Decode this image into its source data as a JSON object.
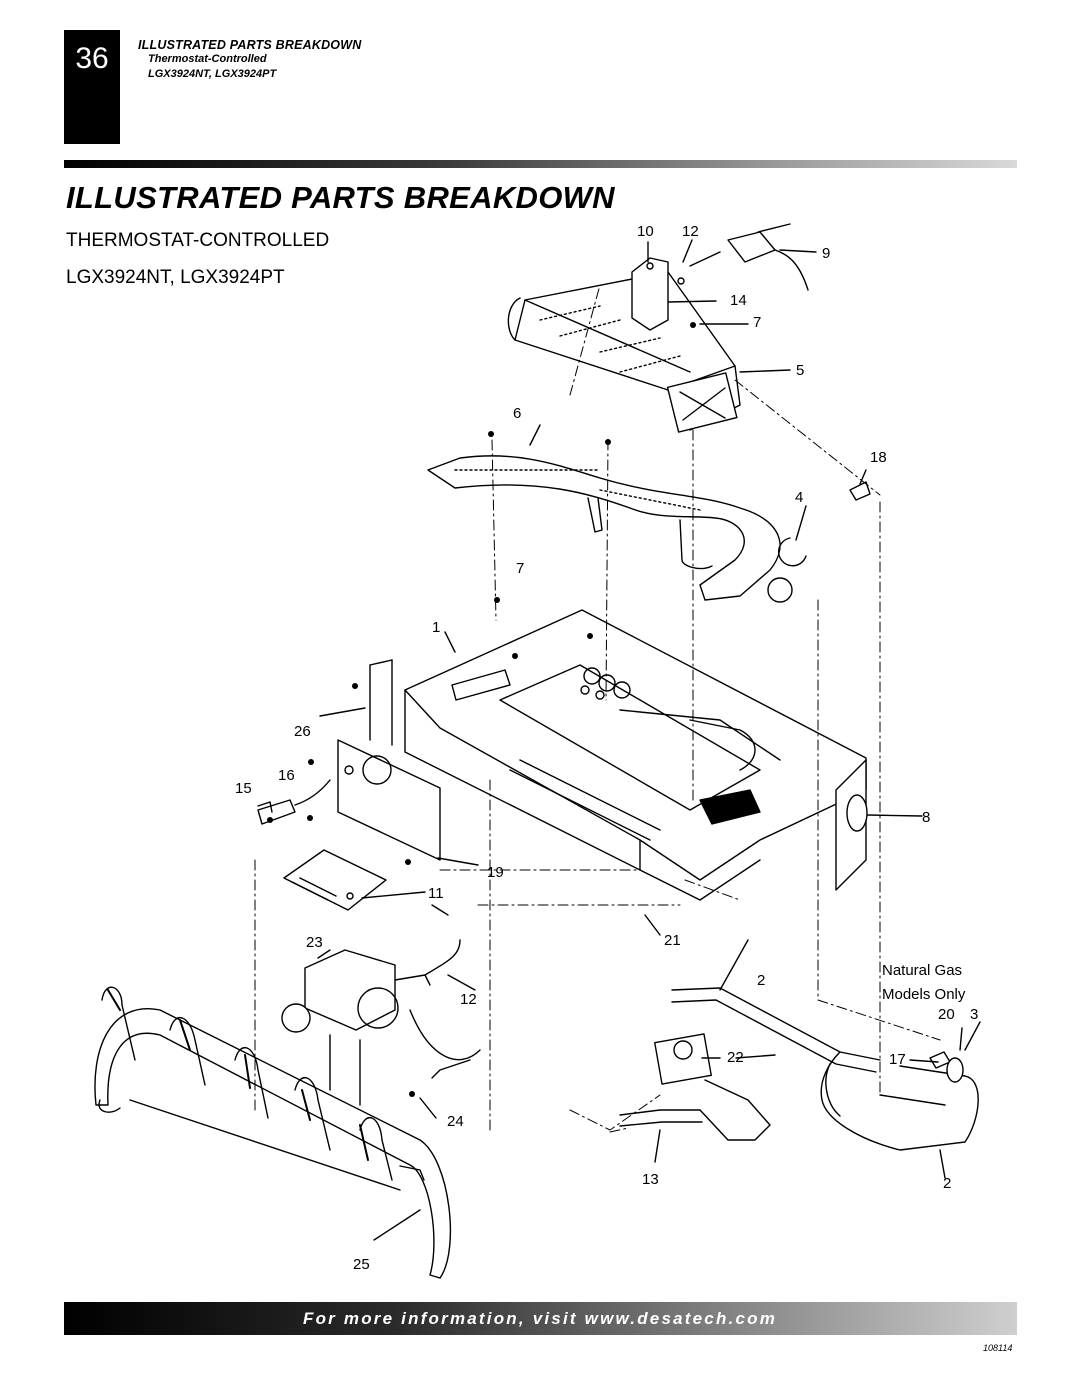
{
  "page_number": "36",
  "running_head": {
    "title": "ILLUSTRATED PARTS BREAKDOWN",
    "line1": "Thermostat-Controlled",
    "line2": "LGX3924NT, LGX3924PT"
  },
  "title": "ILLUSTRATED PARTS BREAKDOWN",
  "subtitle_1": "THERMOSTAT-CONTROLLED",
  "subtitle_2": "LGX3924NT, LGX3924PT",
  "callouts": {
    "c10": "10",
    "c12a": "12",
    "c9": "9",
    "c14": "14",
    "c7a": "7",
    "c5": "5",
    "c6": "6",
    "c18": "18",
    "c4": "4",
    "c7b": "7",
    "c1": "1",
    "c26": "26",
    "c16": "16",
    "c15": "15",
    "c8": "8",
    "c19": "19",
    "c11": "11",
    "c23": "23",
    "c21": "21",
    "c2a": "2",
    "c12b": "12",
    "c20": "20",
    "c3": "3",
    "c22": "22",
    "c17": "17",
    "c24": "24",
    "c13": "13",
    "c2b": "2",
    "c25": "25"
  },
  "note": {
    "line1": "Natural Gas",
    "line2": "Models Only"
  },
  "footer": "For more information, visit www.desatech.com",
  "doc_number": "108114"
}
